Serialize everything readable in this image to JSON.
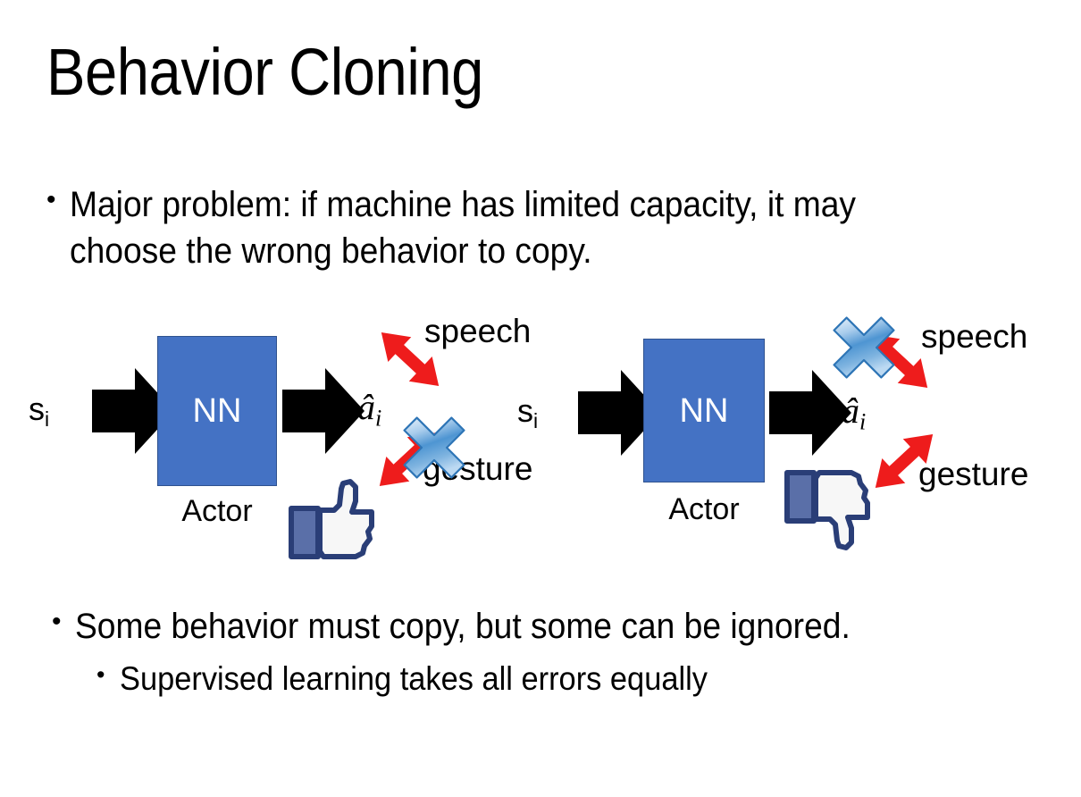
{
  "slide": {
    "title": "Behavior Cloning",
    "background_color": "#FFFFFF"
  },
  "bullets": [
    {
      "marker": "•",
      "text": "Major problem: if machine has limited capacity, it may choose the wrong behavior to copy.",
      "level": 1
    },
    {
      "marker": "•",
      "text": "Some behavior must copy, but some can be ignored.",
      "level": 1
    },
    {
      "marker": "•",
      "text": "Supervised learning takes all errors equally",
      "level": 2
    }
  ],
  "diagrams": [
    {
      "id": "left",
      "state_label": "s",
      "state_subscript": "i",
      "network_label": "NN",
      "network_color": "#4472C4",
      "network_border_color": "#2F528F",
      "network_text_color": "#FFFFFF",
      "caption": "Actor",
      "action_label": "â",
      "action_subscript": "i",
      "outputs": [
        {
          "label": "speech",
          "position": "upper",
          "crossed": false
        },
        {
          "label": "gesture",
          "position": "lower",
          "crossed": true
        }
      ],
      "verdict_icon": "thumbs-up-icon",
      "verdict_color": "#3B5998"
    },
    {
      "id": "right",
      "state_label": "s",
      "state_subscript": "i",
      "network_label": "NN",
      "network_color": "#4472C4",
      "network_border_color": "#2F528F",
      "network_text_color": "#FFFFFF",
      "caption": "Actor",
      "action_label": "â",
      "action_subscript": "i",
      "outputs": [
        {
          "label": "speech",
          "position": "upper",
          "crossed": true
        },
        {
          "label": "gesture",
          "position": "lower",
          "crossed": false
        }
      ],
      "verdict_icon": "thumbs-down-icon",
      "verdict_color": "#3B5998"
    }
  ],
  "colors": {
    "arrow_black": "#000000",
    "arrow_red": "#EE1C1C",
    "cross_blue_light": "#CFE4F7",
    "cross_blue_mid": "#5B9BD5",
    "cross_blue_dark": "#2E75B6",
    "accent_blue": "#4472C4",
    "thumb_blue": "#3B5998"
  }
}
